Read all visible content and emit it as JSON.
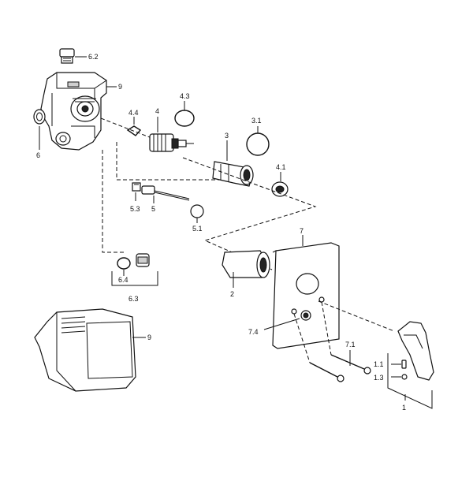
{
  "labels": {
    "p1": "1",
    "p1_1": "1.1",
    "p1_3": "1.3",
    "p2": "2",
    "p3": "3",
    "p3_1": "3.1",
    "p4": "4",
    "p4_1": "4.1",
    "p4_3": "4.3",
    "p4_4": "4.4",
    "p5": "5",
    "p5_1": "5.1",
    "p5_3": "5.3",
    "p6": "6",
    "p6_2": "6.2",
    "p6_3": "6.3",
    "p6_4": "6.4",
    "p7": "7",
    "p7_1": "7.1",
    "p7_4": "7.4",
    "p9_top": "9",
    "p9_bottom": "9"
  }
}
